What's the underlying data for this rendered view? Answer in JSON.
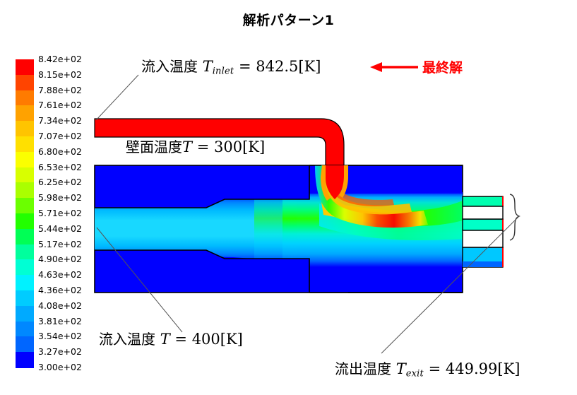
{
  "title": "解析パターン1",
  "colorbar": {
    "name": "temperature-colorbar",
    "unit_note": "K",
    "labels": [
      "8.42e+02",
      "8.15e+02",
      "7.88e+02",
      "7.61e+02",
      "7.34e+02",
      "7.07e+02",
      "6.80e+02",
      "6.53e+02",
      "6.25e+02",
      "5.98e+02",
      "5.71e+02",
      "5.44e+02",
      "5.17e+02",
      "4.90e+02",
      "4.63e+02",
      "4.36e+02",
      "4.08e+02",
      "3.81e+02",
      "3.54e+02",
      "3.27e+02",
      "3.00e+02"
    ],
    "values": [
      842,
      815,
      788,
      761,
      734,
      707,
      680,
      653,
      625,
      598,
      571,
      544,
      517,
      490,
      463,
      436,
      408,
      381,
      354,
      327,
      300
    ],
    "band_colors": [
      "#ff0000",
      "#ff4400",
      "#ff7b00",
      "#ffa200",
      "#ffc400",
      "#ffe000",
      "#fbff00",
      "#d8ff00",
      "#aaff00",
      "#6bff00",
      "#22ff00",
      "#00ff55",
      "#00ff9d",
      "#00ffd4",
      "#00f2ff",
      "#00ccff",
      "#00aaff",
      "#0088ff",
      "#0066ff",
      "#0000ff"
    ],
    "max_value": 842.5,
    "min_value": 300
  },
  "annotations": {
    "inlet_top": {
      "jp": "流入温度",
      "symbol": "T",
      "subscript": "inlet",
      "equals": "=",
      "value": "842.5",
      "unit": "[K]"
    },
    "wall": {
      "jp": "壁面温度",
      "symbol": "T",
      "subscript": "",
      "equals": "=",
      "value": "300",
      "unit": "[K]"
    },
    "inlet_bottom": {
      "jp": "流入温度",
      "symbol": "T",
      "subscript": "",
      "equals": "=",
      "value": "400",
      "unit": "[K]"
    },
    "exit": {
      "jp": "流出温度",
      "symbol": "T",
      "subscript": "exit",
      "equals": "=",
      "value": "449.99",
      "unit": "[K]"
    },
    "final_solution": {
      "label": "最終解",
      "color": "#ff0000",
      "arrow": "left-arrow-icon"
    }
  },
  "figure": {
    "name": "cfd-temperature-contour",
    "hot_inlet_color": "#ff0000",
    "cold_domain_color": "#0000ff",
    "outlet_count": 3,
    "outlet_marker_color": "#ff0000"
  }
}
